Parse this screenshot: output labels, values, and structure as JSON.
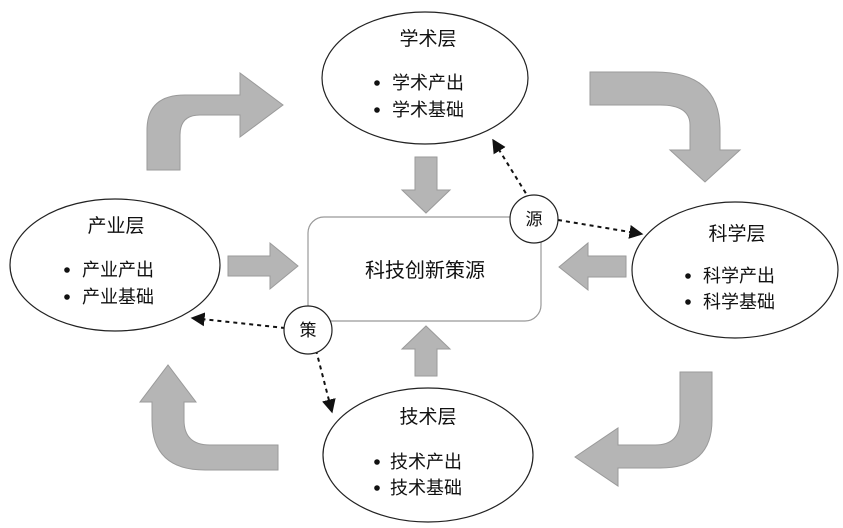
{
  "center": {
    "label": "科技创新策源"
  },
  "markers": {
    "yuan": "源",
    "ce": "策"
  },
  "layers": {
    "academic": {
      "title": "学术层",
      "items": [
        "学术产出",
        "学术基础"
      ]
    },
    "science": {
      "title": "科学层",
      "items": [
        "科学产出",
        "科学基础"
      ]
    },
    "technology": {
      "title": "技术层",
      "items": [
        "技术产出",
        "技术基础"
      ]
    },
    "industry": {
      "title": "产业层",
      "items": [
        "产业产出",
        "产业基础"
      ]
    }
  },
  "colors": {
    "arrow_fill": "#b5b5b5",
    "arrow_stroke": "#9a9a9a",
    "outline": "#222222",
    "box_stroke": "#999999"
  }
}
